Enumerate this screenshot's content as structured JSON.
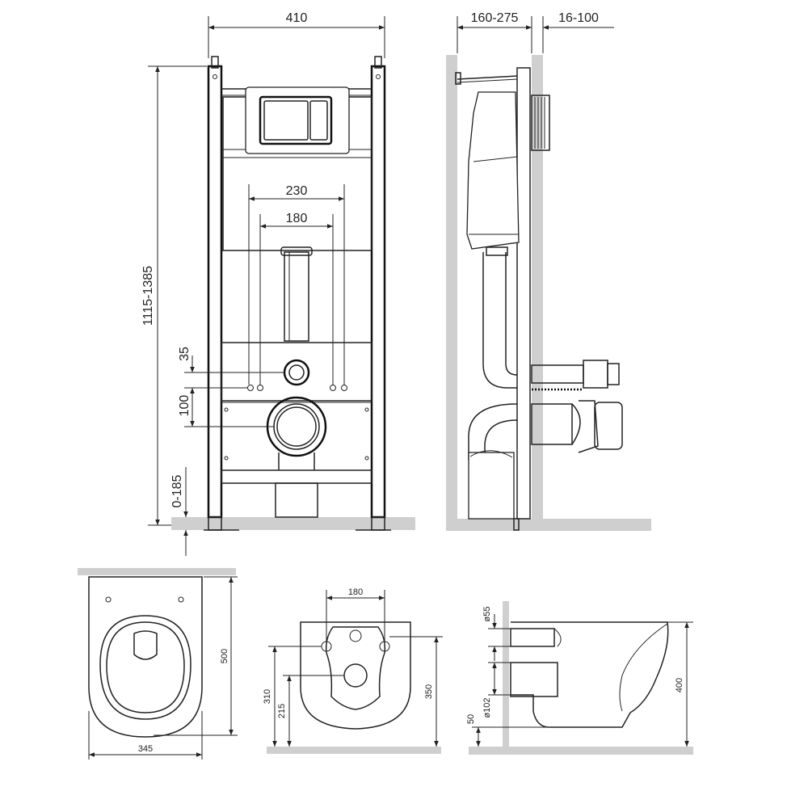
{
  "dimensions": {
    "frame_width": "410",
    "side_depth_range": "160-275",
    "side_wall_range": "16-100",
    "height_range": "1115-1385",
    "bolt_spacing_outer": "230",
    "bolt_spacing_inner": "180",
    "dim_35": "35",
    "dim_100": "100",
    "leg_range": "0-185",
    "bowl_length": "500",
    "bowl_width": "345",
    "rear_bolt_spacing": "180",
    "rear_310": "310",
    "rear_215": "215",
    "rear_350": "350",
    "side_d55": "ø55",
    "side_d102": "ø102",
    "side_50": "50",
    "side_400": "400"
  },
  "colors": {
    "line": "#222222",
    "floor": "#cfcfcf",
    "background": "#ffffff"
  }
}
